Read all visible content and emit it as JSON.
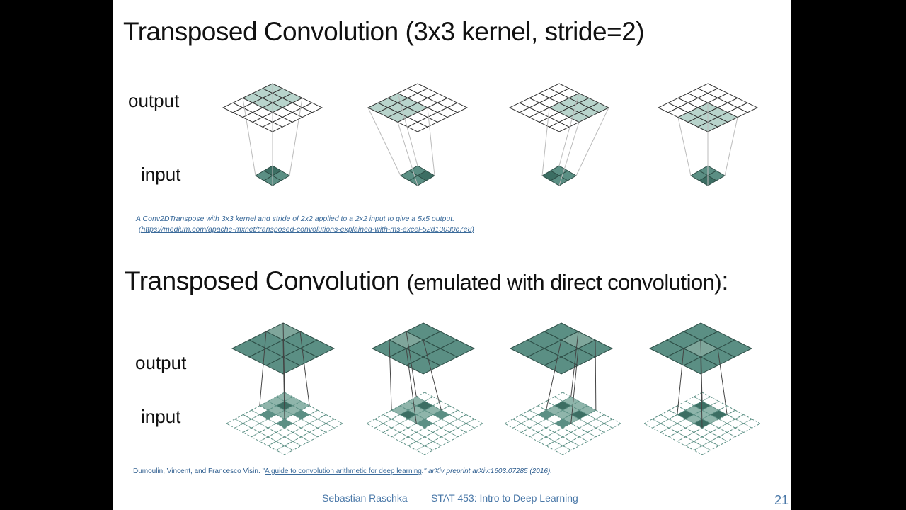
{
  "slide": {
    "title1_main": "Transposed Convolution (3x3 kernel, stride=2)",
    "labels_top": {
      "output": "output",
      "input": "input"
    },
    "caption_line1": "A Conv2DTranspose with 3x3 kernel and stride of 2x2 applied to a 2x2 input to give a 5x5 output.",
    "caption_line2": "(https://medium.com/apache-mxnet/transposed-convolutions-explained-with-ms-excel-52d13030c7e8)",
    "title2_main": "Transposed Convolution",
    "title2_paren": "(emulated with direct convolution)",
    "title2_colon": ":",
    "labels_bottom": {
      "output": "output",
      "input": "input"
    },
    "citation": {
      "authors": "Dumoulin, Vincent, and Francesco Visin. \"",
      "link": "A guide to convolution arithmetic for deep learning",
      "rest": ".\" arXiv preprint arXiv:1603.07285 (2016)."
    },
    "footer_author": "Sebastian Raschka",
    "footer_course": "STAT 453: Intro to Deep Learning",
    "page_number": "21"
  },
  "colors": {
    "teal": "#5b8f84",
    "teal_light": "#b8d4cc",
    "teal_dark": "#3c6e63",
    "link": "#3a6a9a"
  }
}
